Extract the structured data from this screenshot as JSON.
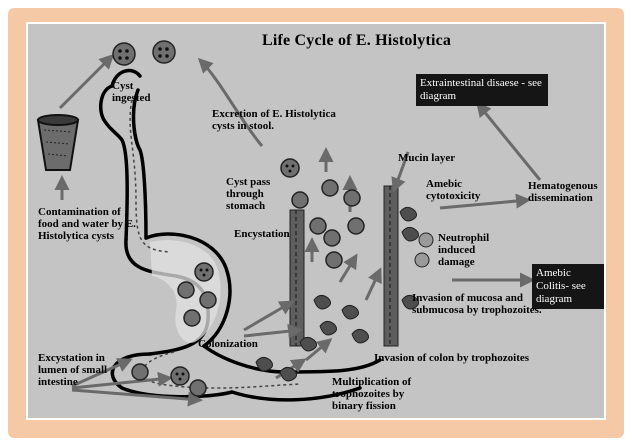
{
  "title": "Life Cycle of E. Histolytica",
  "labels": {
    "cyst_ingested": "Cyst ingested",
    "excretion": "Excretion of E. Histolytica cysts in stool.",
    "extraintestinal": "Extraintestinal disaese - see diagram",
    "mucin_layer": "Mucin layer",
    "amebic_cytotoxicity": "Amebic cytotoxicity",
    "hematogenous": "Hematogenous dissemination",
    "neutrophil": "Neutrophil induced damage",
    "amebic_colitis": "Amebic Colitis- see diagram",
    "cyst_pass": "Cyst pass through stomach",
    "contamination": "Contamination of food and water by E. Histolytica cysts",
    "encystation": "Encystation",
    "invasion_mucosa": "Invasion of mucosa and submucosa by trophozoites.",
    "colonization": "Colonization",
    "invasion_colon": "Invasion of colon by trophozoites",
    "excystation": "Excystation in lumen of small intestine",
    "multiplication": "Multiplication of trophozoites by binary fission"
  },
  "colors": {
    "frame": "#f6c9a6",
    "panel": "#c4c4c4",
    "arrow": "#6a6a6a",
    "cyst": "#707070",
    "dark_box": "#151515"
  }
}
